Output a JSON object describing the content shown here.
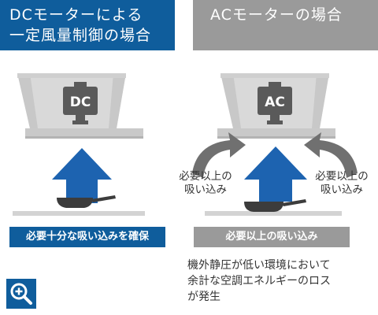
{
  "dc_panel": {
    "title_line1": "DCモーターによる",
    "title_line2": "一定風量制御の場合",
    "motor_label": "DC",
    "caption": "必要十分な吸い込みを確保",
    "colors": {
      "accent": "#0f5d9c",
      "arrow": "#1d63b0"
    }
  },
  "ac_panel": {
    "title": "ACモーターの場合",
    "motor_label": "AC",
    "left_label_line1": "必要以上の",
    "left_label_line2": "吸い込み",
    "right_label_line1": "必要以上の",
    "right_label_line2": "吸い込み",
    "caption": "必要以上の吸い込み",
    "note_line1": "機外静圧が低い環境において",
    "note_line2": "余計な空調エネルギーのロス",
    "note_line3": "が発生",
    "colors": {
      "accent": "#9a9a9a",
      "arrow": "#1d63b0",
      "side_arrow": "#707070"
    }
  },
  "zoom_button": {
    "icon": "zoom-in-icon"
  }
}
